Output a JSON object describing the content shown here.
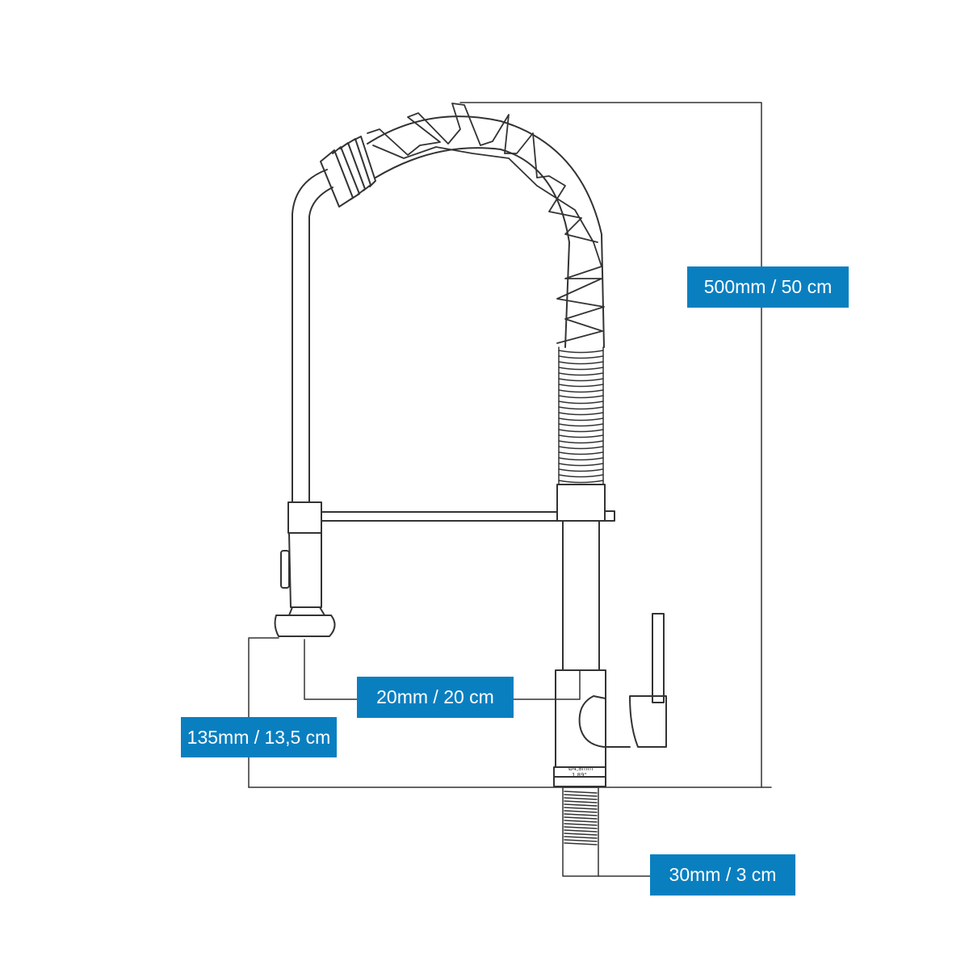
{
  "colors": {
    "label_background": "#0a7fc0",
    "label_text": "#ffffff",
    "line": "#333333",
    "background": "#ffffff"
  },
  "base_marking": {
    "line1": "Ø4,8mm",
    "line2": "1.89\""
  },
  "dimensions": {
    "total_height": "500mm / 50 cm",
    "spout_offset": "20mm / 20 cm",
    "spray_head_height": "135mm / 13,5 cm",
    "shank_diameter": "30mm / 3 cm"
  }
}
